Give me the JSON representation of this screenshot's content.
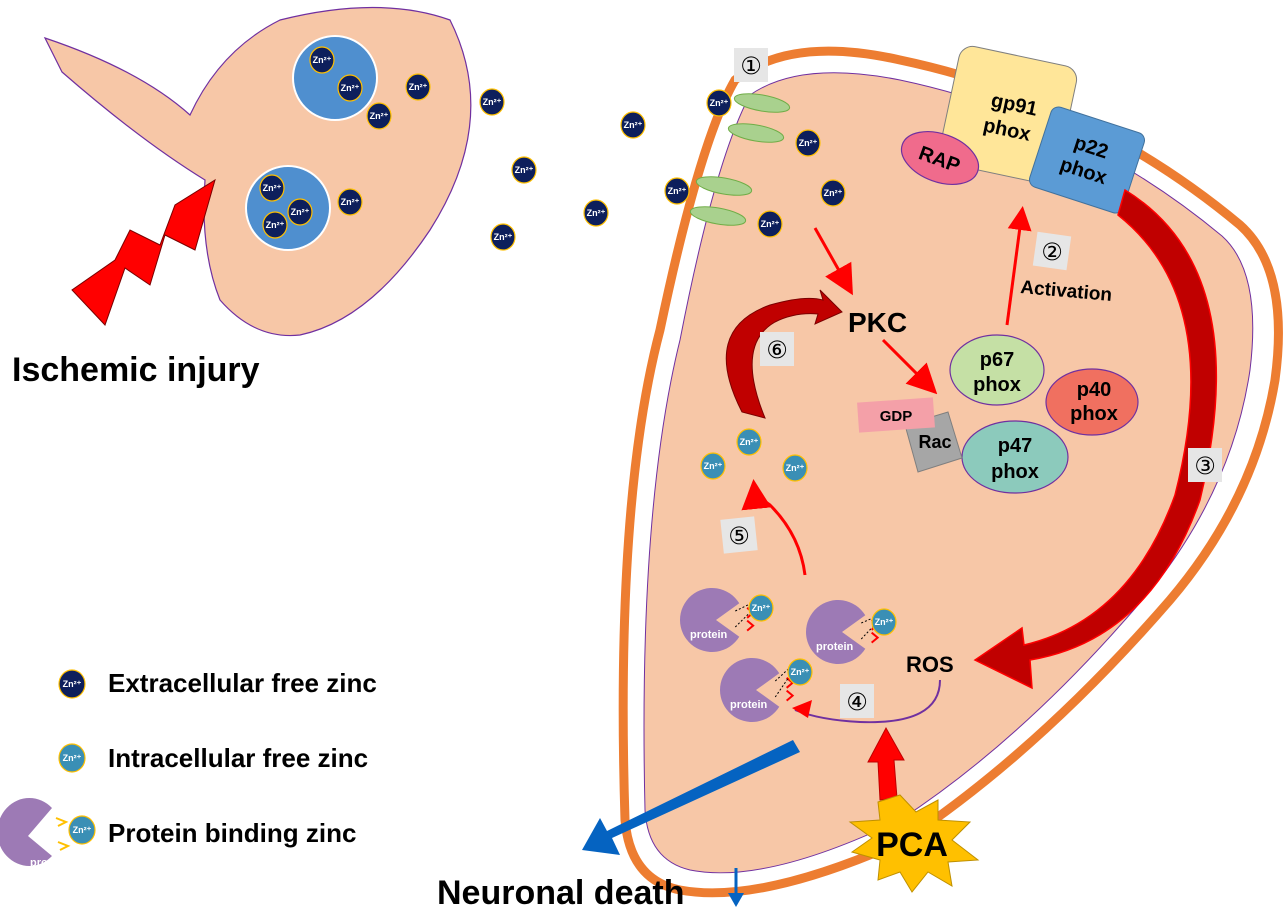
{
  "labels": {
    "ischemic_injury": "Ischemic injury",
    "neuronal_death": "Neuronal death",
    "pkc": "PKC",
    "gdp": "GDP",
    "rac": "Rac",
    "ros": "ROS",
    "pca": "PCA",
    "activation": "Activation",
    "rap": "RAP",
    "gp91_line1": "gp91",
    "gp91_line2": "phox",
    "p22_line1": "p22",
    "p22_line2": "phox",
    "p67_line1": "p67",
    "p67_line2": "phox",
    "p40_line1": "p40",
    "p40_line2": "phox",
    "p47_line1": "p47",
    "p47_line2": "phox",
    "zinc_symbol": "Zn²⁺",
    "protein": "protein"
  },
  "steps": {
    "s1": "①",
    "s2": "②",
    "s3": "③",
    "s4": "④",
    "s5": "⑤",
    "s6": "⑥"
  },
  "legend": {
    "extracellular": "Extracellular free zinc",
    "intracellular": "Intracellular free zinc",
    "protein_binding": "Protein binding zinc"
  },
  "colors": {
    "cytoplasm": "#f7c7a7",
    "membrane_outer": "#ed7d31",
    "extracellular_zinc": "#0d1f5c",
    "intracellular_zinc": "#3a8fb5",
    "vesicle": "#4f8fcf",
    "arrow_red": "#ff0000",
    "arrow_dark_red": "#c00000",
    "arrow_blue": "#0563c1",
    "protein": "#9d7ab5",
    "pca_star": "#ffc000"
  }
}
